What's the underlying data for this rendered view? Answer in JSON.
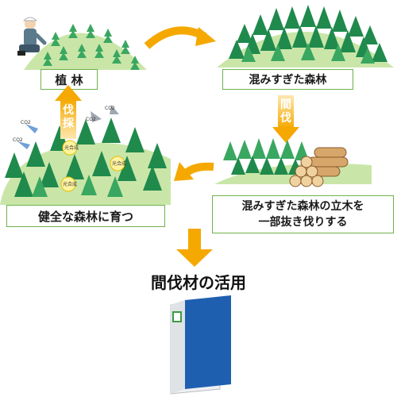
{
  "steps": {
    "planting": "植 林",
    "overcrowded": "混みすぎた森林",
    "thinning_line1": "混みすぎた森林の立木を",
    "thinning_line2": "一部抜き伐りする",
    "healthy": "健全な森林に育つ"
  },
  "arrow_labels": {
    "thin_vertical": [
      "間",
      "伐"
    ],
    "harvest_vertical": [
      "伐",
      "採"
    ]
  },
  "badges": {
    "co2": "CO2",
    "photosynthesis": "光合成"
  },
  "output_title": "間伐材の活用",
  "colors": {
    "arrow": "#f5a800",
    "box_border": "#6fb24a",
    "hill": "#c9e6a8",
    "tree_dark": "#1f8a4c",
    "tree_light": "#3aa760",
    "binder": "#1f5fb0"
  }
}
